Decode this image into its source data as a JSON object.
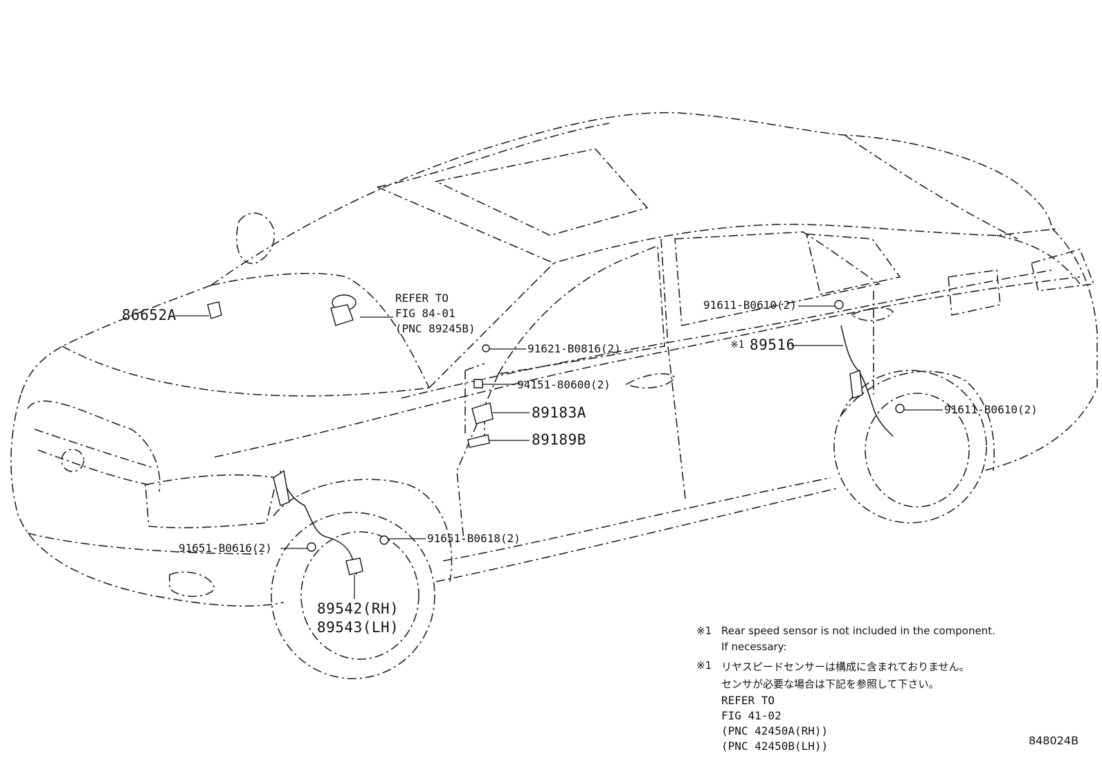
{
  "labels": {
    "p86652a": "86652A",
    "refer1_line1": "REFER TO",
    "refer1_line2": "FIG 84-01",
    "refer1_line3": "(PNC 89245B)",
    "p91621": "91621-B0816(2)",
    "p94151": "94151-80600(2)",
    "p89183a": "89183A",
    "p89189b": "89189B",
    "p91611_top": "91611-B0610(2)",
    "note_mark_label": "※1",
    "p89516": "89516",
    "p91611_right": "91611-B0610(2)",
    "p91651_left": "91651-B0616(2)",
    "p91651_mid": "91651-B0618(2)",
    "p89542": "89542(RH)",
    "p89543": "89543(LH)"
  },
  "notes": {
    "mark": "※1",
    "en_line1": "Rear speed sensor is not included in the component.",
    "en_line2": "If necessary:",
    "jp_line1": "リヤスピードセンサーは構成に含まれておりません。",
    "jp_line2": "センサが必要な場合は下記を参照して下さい。",
    "refer_line1": "REFER TO",
    "refer_line2": "FIG 41-02",
    "refer_line3": "(PNC 42450A(RH))",
    "refer_line4": "(PNC 42450B(LH))"
  },
  "figure_code": "848024B"
}
